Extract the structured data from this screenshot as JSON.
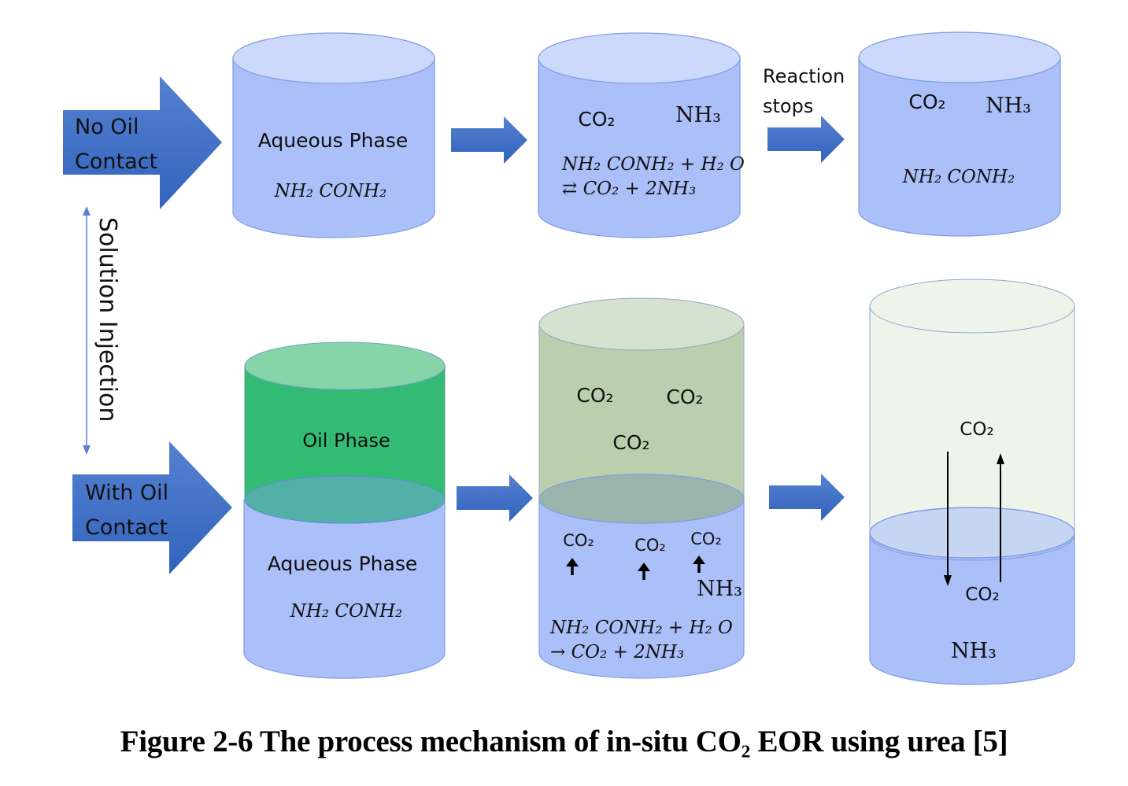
{
  "figure": {
    "caption": "Figure 2-6 The process mechanism of in-situ CO₂ EOR using urea [5]",
    "colors": {
      "arrow_blue": "#4472c4",
      "aqueous_fill": "#abbff9",
      "aqueous_top": "#cdd9fb",
      "oil_fill": "#33bb73",
      "oil_top": "#86d4a8",
      "oil_interface": "#52b0a6",
      "gas_fill": "#bbcfae",
      "gas_top": "#d5e2cf",
      "gas_interface": "#9bb5ad",
      "gas_light_fill": "#eef4ea",
      "edge": "#6f8fd8"
    }
  },
  "side": {
    "no_oil_arrow": {
      "line1": "No Oil",
      "line2": "Contact"
    },
    "with_oil_arrow": {
      "line1": "With Oil",
      "line2": "Contact"
    },
    "injection_label": "Solution Injection"
  },
  "top_row": {
    "cyl1": {
      "phase": "Aqueous Phase",
      "formula": "NH₂ CONH₂"
    },
    "cyl2": {
      "co2": "CO₂",
      "nh3": "NH₃",
      "eq_line1": "NH₂ CONH₂ + H₂ O",
      "eq_line2": "⇄ CO₂ + 2NH₃"
    },
    "transition_label_line1": "Reaction",
    "transition_label_line2": "stops",
    "cyl3": {
      "co2": "CO₂",
      "nh3": "NH₃",
      "formula": "NH₂ CONH₂"
    }
  },
  "bottom_row": {
    "cyl1": {
      "oil_phase": "Oil Phase",
      "aqueous_phase": "Aqueous Phase",
      "formula": "NH₂ CONH₂"
    },
    "cyl2": {
      "gas_co2": [
        "CO₂",
        "CO₂",
        "CO₂"
      ],
      "water_co2": [
        "CO₂",
        "CO₂",
        "CO₂"
      ],
      "nh3": "NH₃",
      "eq_line1": "NH₂ CONH₂ + H₂ O",
      "eq_line2": "→ CO₂ + 2NH₃"
    },
    "cyl3": {
      "co2_upper": "CO₂",
      "co2_lower": "CO₂",
      "nh3": "NH₃"
    }
  }
}
